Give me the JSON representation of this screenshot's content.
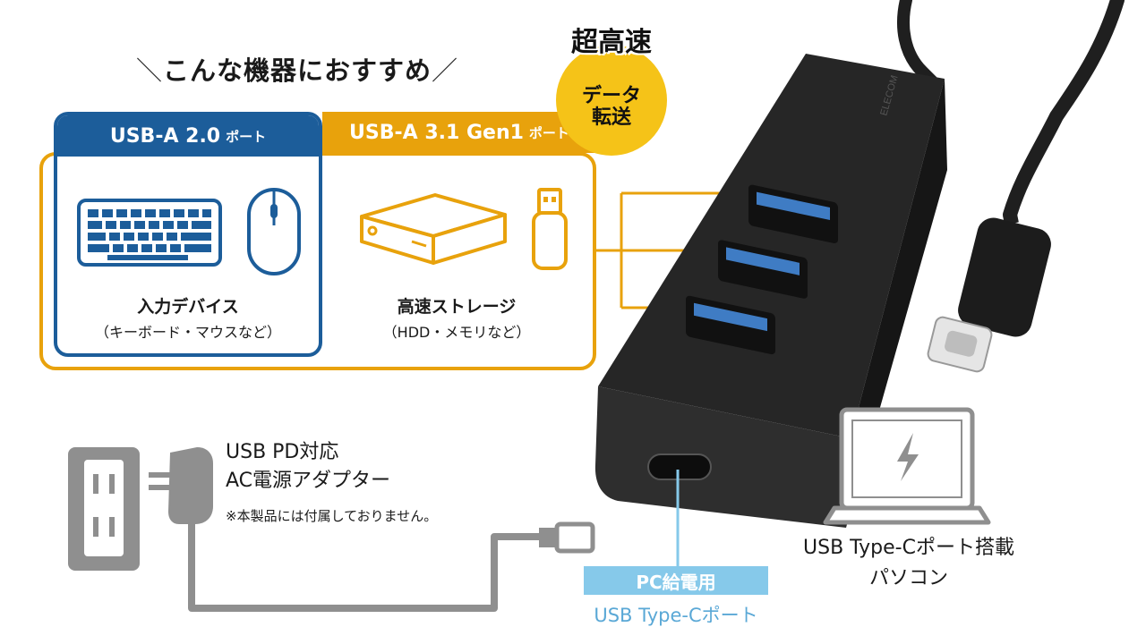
{
  "headline": {
    "left_slash": "＼",
    "text": "こんな機器におすすめ",
    "right_slash": "／"
  },
  "badge": {
    "title": "超高速",
    "line1": "データ",
    "line2": "転送"
  },
  "usb20": {
    "tab_main": "USB-A 2.0",
    "tab_suffix": "ポート",
    "category": "入力デバイス",
    "examples": "（キーボード・マウスなど）"
  },
  "usb31": {
    "tab_main": "USB-A 3.1 Gen1",
    "tab_suffix": "ポート",
    "category": "高速ストレージ",
    "examples": "（HDD・メモリなど）"
  },
  "hub": {
    "brand": "ELECOM"
  },
  "adapter": {
    "line1": "USB PD対応",
    "line2": "AC電源アダプター",
    "note": "※本製品には付属しておりません。"
  },
  "pc_power": {
    "label": "PC給電用",
    "port": "USB Type-Cポート"
  },
  "laptop": {
    "line1": "USB Type-Cポート搭載",
    "line2": "パソコン"
  },
  "colors": {
    "usb20_blue": "#1c5d9a",
    "usb31_orange": "#e8a20c",
    "badge_yellow": "#f5c318",
    "pc_light_blue": "#86c9ea",
    "port_text_blue": "#5aa8d6",
    "hub_black": "#2b2b2b"
  }
}
